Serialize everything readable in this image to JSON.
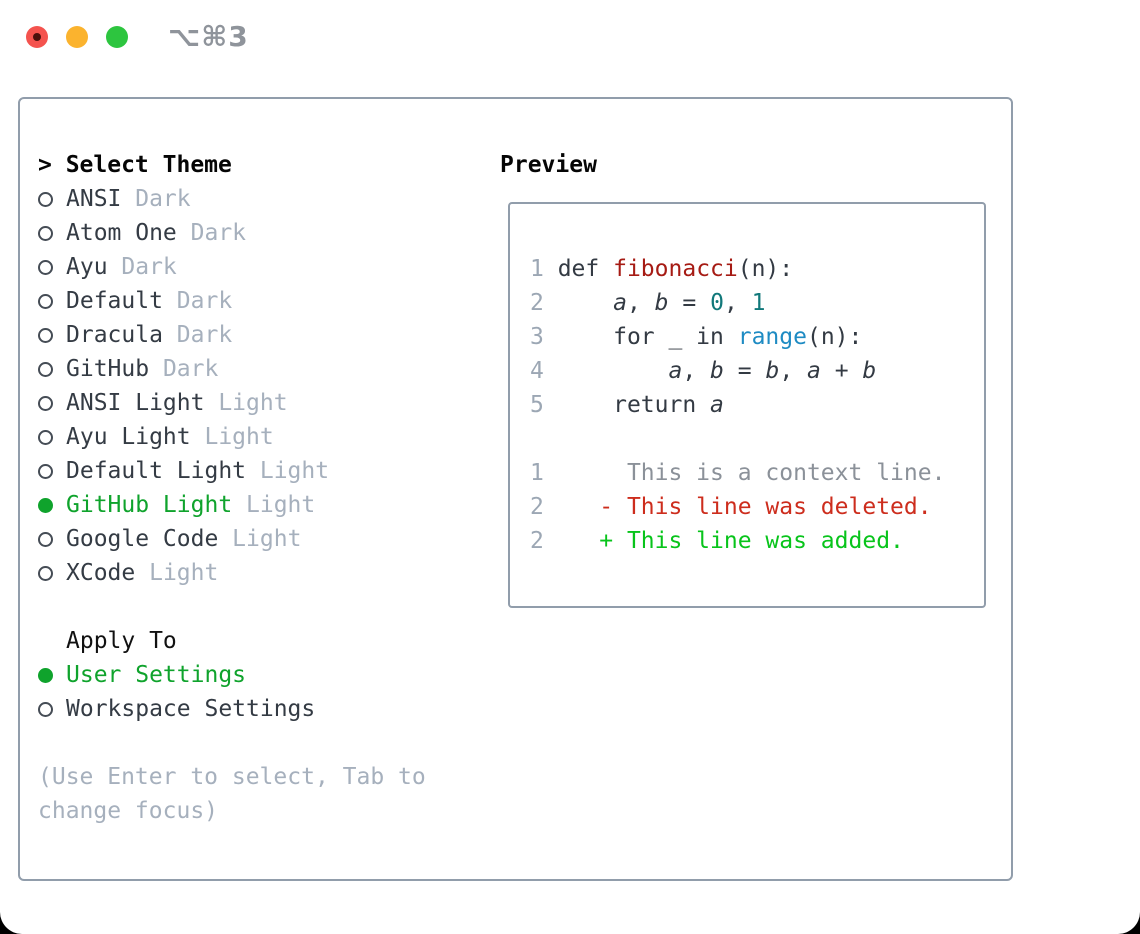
{
  "titlebar": {
    "title": "⌥⌘3",
    "controls": [
      "close",
      "minimize",
      "maximize"
    ]
  },
  "theme_panel": {
    "header": "> Select Theme",
    "themes": [
      {
        "name": "ANSI",
        "variant": "Dark",
        "selected": false
      },
      {
        "name": "Atom One",
        "variant": "Dark",
        "selected": false
      },
      {
        "name": "Ayu",
        "variant": "Dark",
        "selected": false
      },
      {
        "name": "Default",
        "variant": "Dark",
        "selected": false
      },
      {
        "name": "Dracula",
        "variant": "Dark",
        "selected": false
      },
      {
        "name": "GitHub",
        "variant": "Dark",
        "selected": false
      },
      {
        "name": "ANSI Light",
        "variant": "Light",
        "selected": false
      },
      {
        "name": "Ayu Light",
        "variant": "Light",
        "selected": false
      },
      {
        "name": "Default Light",
        "variant": "Light",
        "selected": false
      },
      {
        "name": "GitHub Light",
        "variant": "Light",
        "selected": true
      },
      {
        "name": "Google Code",
        "variant": "Light",
        "selected": false
      },
      {
        "name": "XCode",
        "variant": "Light",
        "selected": false
      }
    ],
    "apply_to": {
      "header": "Apply To",
      "options": [
        {
          "name": "User Settings",
          "selected": true
        },
        {
          "name": "Workspace Settings",
          "selected": false
        }
      ]
    },
    "help_lines": [
      "(Use Enter to select, Tab to",
      "change focus)"
    ]
  },
  "preview": {
    "header": "Preview",
    "code_lines": [
      {
        "num": "1",
        "tokens": [
          {
            "t": " def ",
            "c": "code"
          },
          {
            "t": "fibonacci",
            "c": "func"
          },
          {
            "t": "(n):",
            "c": "code"
          }
        ]
      },
      {
        "num": "2",
        "tokens": [
          {
            "t": "     ",
            "c": "code"
          },
          {
            "t": "a",
            "c": "var"
          },
          {
            "t": ", ",
            "c": "code"
          },
          {
            "t": "b",
            "c": "var"
          },
          {
            "t": " = ",
            "c": "code"
          },
          {
            "t": "0",
            "c": "num"
          },
          {
            "t": ", ",
            "c": "code"
          },
          {
            "t": "1",
            "c": "num"
          }
        ]
      },
      {
        "num": "3",
        "tokens": [
          {
            "t": "     for _ in ",
            "c": "code"
          },
          {
            "t": "range",
            "c": "builtin"
          },
          {
            "t": "(n):",
            "c": "code"
          }
        ]
      },
      {
        "num": "4",
        "tokens": [
          {
            "t": "         ",
            "c": "code"
          },
          {
            "t": "a",
            "c": "var"
          },
          {
            "t": ", ",
            "c": "code"
          },
          {
            "t": "b",
            "c": "var"
          },
          {
            "t": " = ",
            "c": "code"
          },
          {
            "t": "b",
            "c": "var"
          },
          {
            "t": ", ",
            "c": "code"
          },
          {
            "t": "a",
            "c": "var"
          },
          {
            "t": " + ",
            "c": "code"
          },
          {
            "t": "b",
            "c": "var"
          }
        ]
      },
      {
        "num": "5",
        "tokens": [
          {
            "t": "     return ",
            "c": "code"
          },
          {
            "t": "a",
            "c": "var"
          }
        ]
      }
    ],
    "diff_lines": [
      {
        "num": "1",
        "type": "context",
        "text": "      This is a context line."
      },
      {
        "num": "2",
        "type": "deleted",
        "text": "    - This line was deleted."
      },
      {
        "num": "2",
        "type": "added",
        "text": "    + This line was added."
      }
    ]
  },
  "colors": {
    "selected_green": "#0fa32c",
    "added_green": "#08c41b",
    "deleted_red": "#cd2d1d",
    "function_red": "#a61b14",
    "number_teal": "#11787a",
    "builtin_blue": "#1e8bc3",
    "text_dark": "#333a43",
    "muted_gray": "#a6b0bd",
    "line_number_gray": "#9ca7b4",
    "context_gray": "#8b9199",
    "border_gray": "#919dab",
    "traffic_red": "#f4534e",
    "traffic_yellow": "#fbb32e",
    "traffic_green": "#2dc53f",
    "title_gray": "#8f949b"
  }
}
